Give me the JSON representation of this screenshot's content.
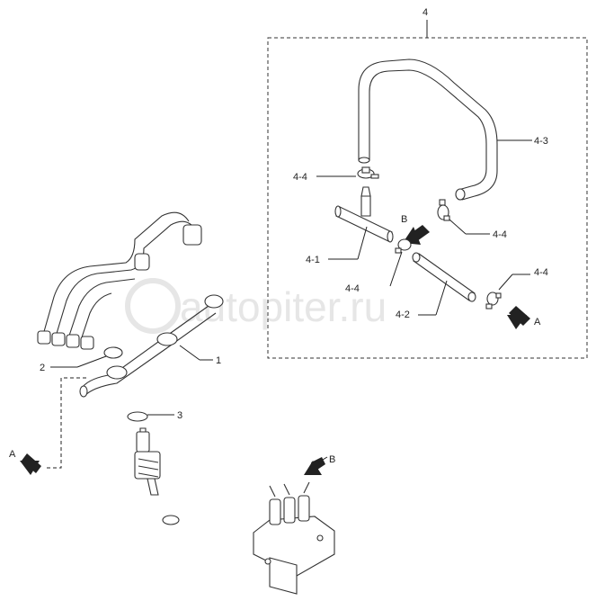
{
  "watermark": "autopiter.ru",
  "callouts": {
    "top_group": "4",
    "hose_4_3": "4-3",
    "clamp_4_4_left": "4-4",
    "clamp_4_4_right": "4-4",
    "clamp_4_4_lower": "4-4",
    "clamp_4_4_far_right": "4-4",
    "tee_4_1": "4-1",
    "hose_4_2": "4-2",
    "view_b_top": "B",
    "view_a_right": "A",
    "pipe_1": "1",
    "washer_2": "2",
    "washer_3": "3",
    "view_a_left": "A",
    "view_b_bottom": "B"
  }
}
